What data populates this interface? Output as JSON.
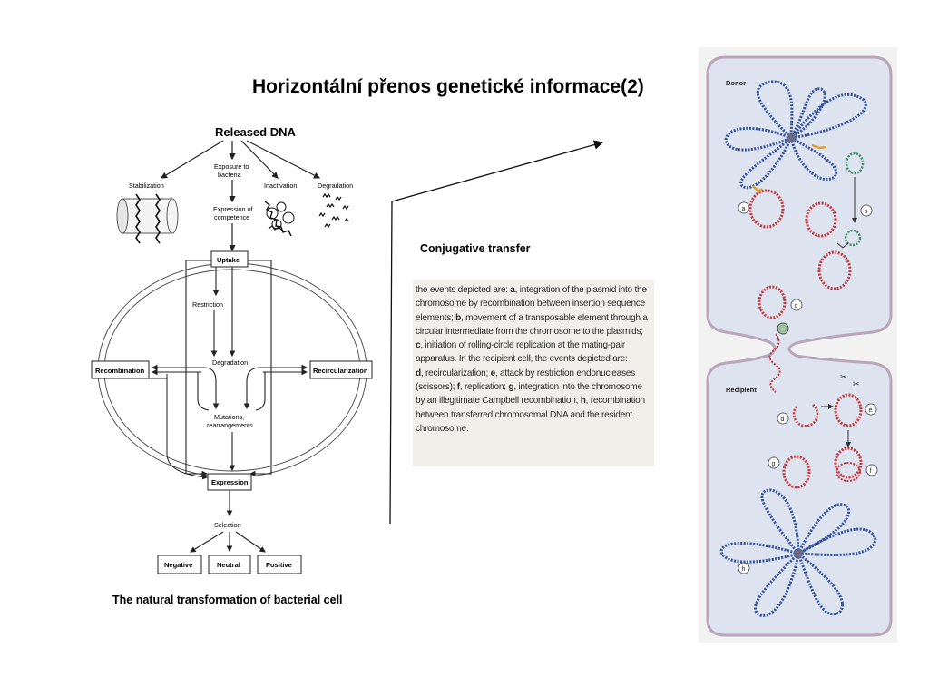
{
  "slide": {
    "title": "Horizontální přenos genetické informace(2)",
    "transform_caption": "The natural transformation of bacterial cell",
    "conjugative_label": "Conjugative transfer"
  },
  "transformation": {
    "released_dna": "Released DNA",
    "exposure_1": "Exposure to",
    "exposure_2": "bacteria",
    "expression_comp_1": "Expression of",
    "expression_comp_2": "competence",
    "stabilization": "Stabilization",
    "inactivation": "Inactivation",
    "degradation_top": "Degradation",
    "uptake": "Uptake",
    "restriction": "Restriction",
    "degradation_mid": "Degradation",
    "recombination": "Recombination",
    "recircularization": "Recircularization",
    "mutations_1": "Mutations,",
    "mutations_2": "rearrangements",
    "expression": "Expression",
    "selection": "Selection",
    "negative": "Negative",
    "neutral": "Neutral",
    "positive": "Positive"
  },
  "excerpt": {
    "l1a": "the events depicted are: ",
    "l1b": "a",
    "l1c": ", integration of the plasmid into the",
    "l2": "chromosome by recombination between insertion sequence",
    "l3a": "elements; ",
    "l3b": "b",
    "l3c": ", movement of a transposable element through a",
    "l4": "circular intermediate from the chromosome to the plasmids;",
    "l5a": "c",
    "l5b": ", initiation of rolling-circle replication at the mating-pair",
    "l6": "apparatus. In the recipient cell, the events depicted are:",
    "l7a": "d",
    "l7b": ", recircularization; ",
    "l7c": "e",
    "l7d": ", attack by restriction endonucleases",
    "l8a": "(scissors); ",
    "l8b": "f",
    "l8c": ", replication; ",
    "l8d": "g",
    "l8e": ", integration into the chromosome",
    "l9a": "by an illegitimate Campbell recombination; ",
    "l9b": "h",
    "l9c": ", recombination",
    "l10": "between transferred chromosomal DNA and the resident",
    "l11": "chromosome."
  },
  "conjugation": {
    "donor": "Donor",
    "recipient": "Recipient",
    "a": "a",
    "b": "b",
    "c": "c",
    "d": "d",
    "e": "e",
    "f": "f",
    "g": "g",
    "h": "h"
  },
  "colors": {
    "chromosome": "#2f4f9e",
    "plasmid": "#c8343a",
    "transposon": "#3a8a6a",
    "cell_fill": "#dde3ef",
    "cell_border": "#b9a6b9"
  }
}
